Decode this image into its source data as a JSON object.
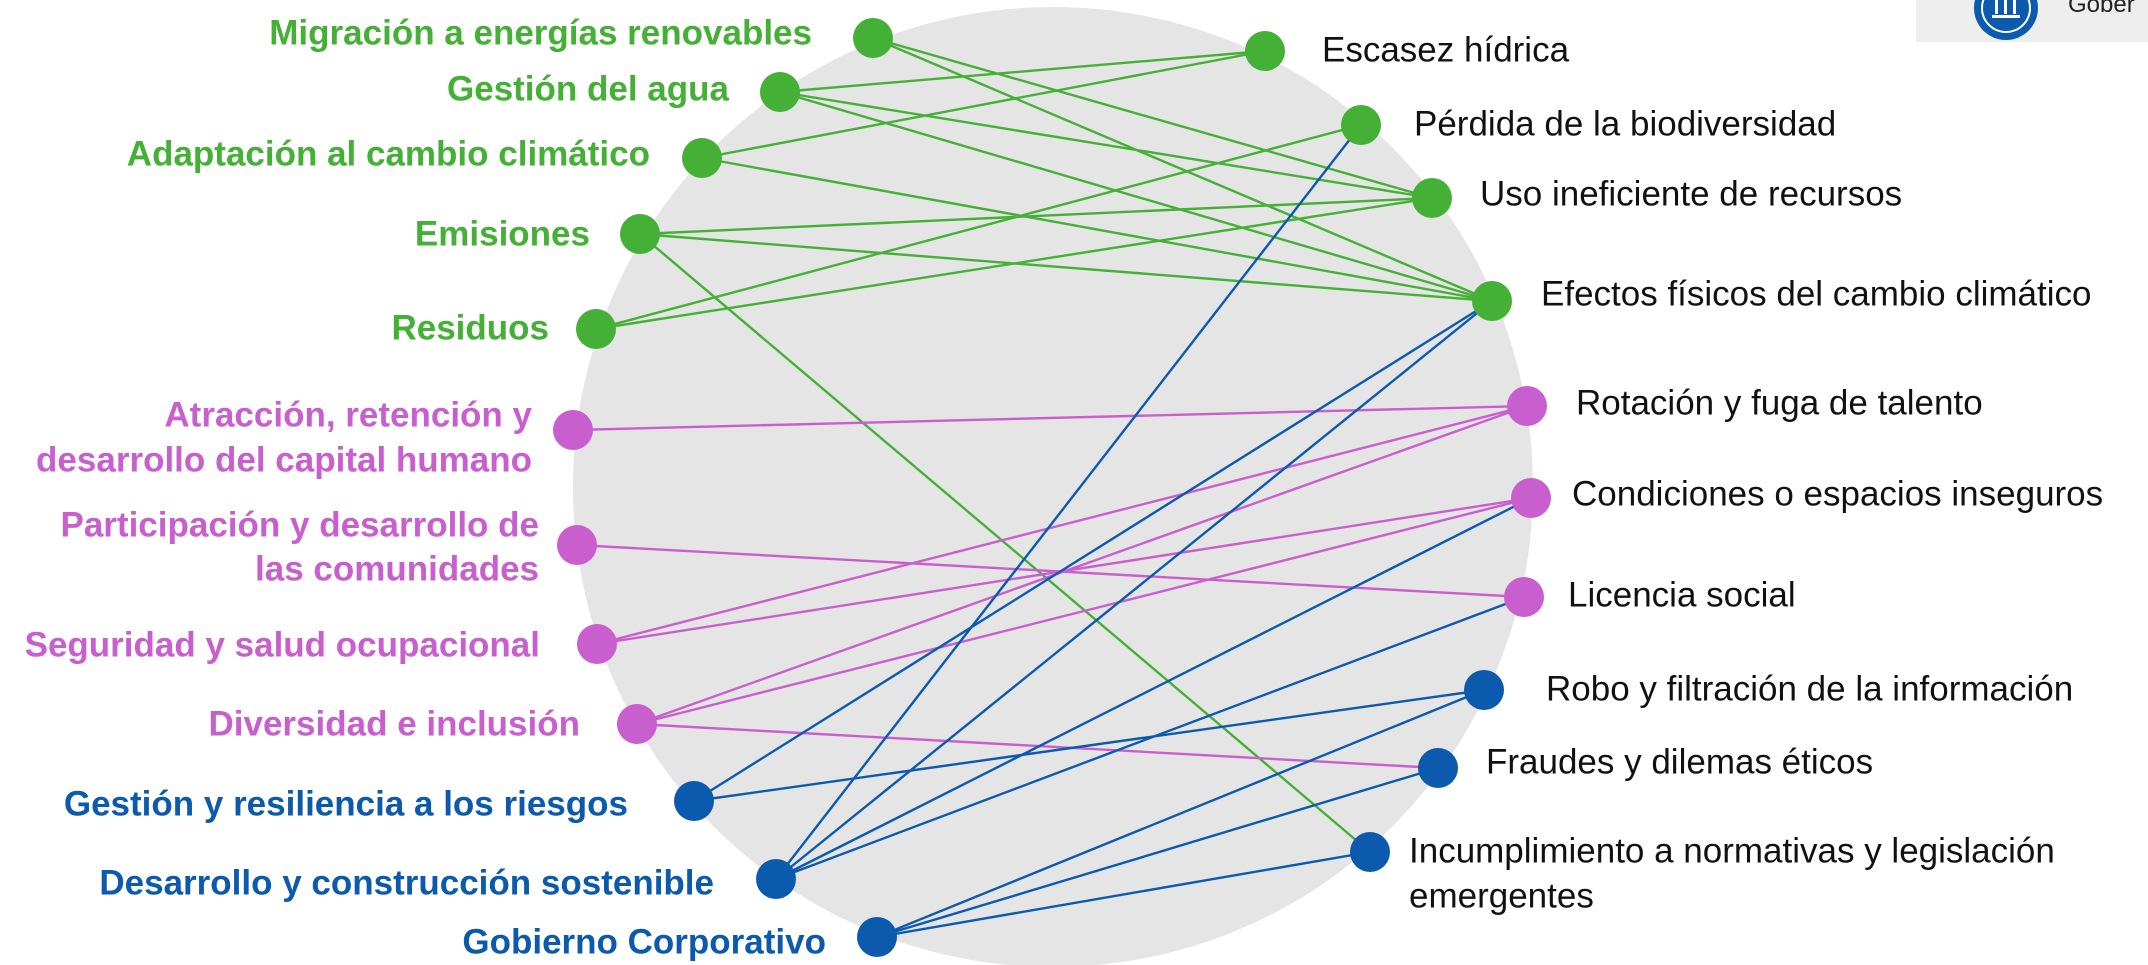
{
  "colors": {
    "environmental": "#44b035",
    "social": "#c95fcf",
    "governance": "#0b5aae",
    "circle": "#e5e5e5",
    "text_dark": "#111111"
  },
  "legend": {
    "label": "Gober",
    "icon": "government-building-icon"
  },
  "left_nodes": [
    {
      "id": "L1",
      "lines": [
        "Migración a energías renovables"
      ],
      "group": "environmental"
    },
    {
      "id": "L2",
      "lines": [
        "Gestión del agua"
      ],
      "group": "environmental"
    },
    {
      "id": "L3",
      "lines": [
        "Adaptación al cambio climático"
      ],
      "group": "environmental"
    },
    {
      "id": "L4",
      "lines": [
        "Emisiones"
      ],
      "group": "environmental"
    },
    {
      "id": "L5",
      "lines": [
        "Residuos"
      ],
      "group": "environmental"
    },
    {
      "id": "L6",
      "lines": [
        "Atracción, retención y",
        "desarrollo del capital humano"
      ],
      "group": "social"
    },
    {
      "id": "L7",
      "lines": [
        "Participación y desarrollo de",
        "las comunidades"
      ],
      "group": "social"
    },
    {
      "id": "L8",
      "lines": [
        "Seguridad y salud ocupacional"
      ],
      "group": "social"
    },
    {
      "id": "L9",
      "lines": [
        "Diversidad e inclusión"
      ],
      "group": "social"
    },
    {
      "id": "L10",
      "lines": [
        "Gestión y resiliencia a los riesgos"
      ],
      "group": "governance"
    },
    {
      "id": "L11",
      "lines": [
        "Desarrollo y construcción sostenible"
      ],
      "group": "governance"
    },
    {
      "id": "L12",
      "lines": [
        "Gobierno Corporativo"
      ],
      "group": "governance"
    }
  ],
  "right_nodes": [
    {
      "id": "R1",
      "lines": [
        "Escasez hídrica"
      ],
      "group": "environmental"
    },
    {
      "id": "R2",
      "lines": [
        "Pérdida de la biodiversidad"
      ],
      "group": "environmental"
    },
    {
      "id": "R3",
      "lines": [
        "Uso ineficiente de recursos"
      ],
      "group": "environmental"
    },
    {
      "id": "R4",
      "lines": [
        "Efectos físicos del cambio climático"
      ],
      "group": "environmental"
    },
    {
      "id": "R5",
      "lines": [
        "Rotación y fuga de talento"
      ],
      "group": "social"
    },
    {
      "id": "R6",
      "lines": [
        "Condiciones o espacios inseguros"
      ],
      "group": "social"
    },
    {
      "id": "R7",
      "lines": [
        "Licencia social"
      ],
      "group": "social"
    },
    {
      "id": "R8",
      "lines": [
        "Robo y filtración de la información"
      ],
      "group": "governance"
    },
    {
      "id": "R9",
      "lines": [
        "Fraudes y dilemas éticos"
      ],
      "group": "governance"
    },
    {
      "id": "R10",
      "lines": [
        "Incumplimiento a normativas y legislación",
        "emergentes"
      ],
      "group": "governance"
    }
  ],
  "edges": [
    {
      "from": "L1",
      "to": "R3",
      "group": "environmental"
    },
    {
      "from": "L1",
      "to": "R4",
      "group": "environmental"
    },
    {
      "from": "L2",
      "to": "R1",
      "group": "environmental"
    },
    {
      "from": "L2",
      "to": "R3",
      "group": "environmental"
    },
    {
      "from": "L2",
      "to": "R4",
      "group": "environmental"
    },
    {
      "from": "L3",
      "to": "R1",
      "group": "environmental"
    },
    {
      "from": "L3",
      "to": "R4",
      "group": "environmental"
    },
    {
      "from": "L4",
      "to": "R3",
      "group": "environmental"
    },
    {
      "from": "L4",
      "to": "R4",
      "group": "environmental"
    },
    {
      "from": "L4",
      "to": "R10",
      "group": "environmental"
    },
    {
      "from": "L5",
      "to": "R2",
      "group": "environmental"
    },
    {
      "from": "L5",
      "to": "R3",
      "group": "environmental"
    },
    {
      "from": "L6",
      "to": "R5",
      "group": "social"
    },
    {
      "from": "L7",
      "to": "R7",
      "group": "social"
    },
    {
      "from": "L8",
      "to": "R5",
      "group": "social"
    },
    {
      "from": "L8",
      "to": "R6",
      "group": "social"
    },
    {
      "from": "L9",
      "to": "R5",
      "group": "social"
    },
    {
      "from": "L9",
      "to": "R6",
      "group": "social"
    },
    {
      "from": "L9",
      "to": "R9",
      "group": "social"
    },
    {
      "from": "L10",
      "to": "R4",
      "group": "governance"
    },
    {
      "from": "L10",
      "to": "R8",
      "group": "governance"
    },
    {
      "from": "L11",
      "to": "R2",
      "group": "governance"
    },
    {
      "from": "L11",
      "to": "R4",
      "group": "governance"
    },
    {
      "from": "L11",
      "to": "R6",
      "group": "governance"
    },
    {
      "from": "L11",
      "to": "R7",
      "group": "governance"
    },
    {
      "from": "L12",
      "to": "R8",
      "group": "governance"
    },
    {
      "from": "L12",
      "to": "R9",
      "group": "governance"
    },
    {
      "from": "L12",
      "to": "R10",
      "group": "governance"
    }
  ]
}
